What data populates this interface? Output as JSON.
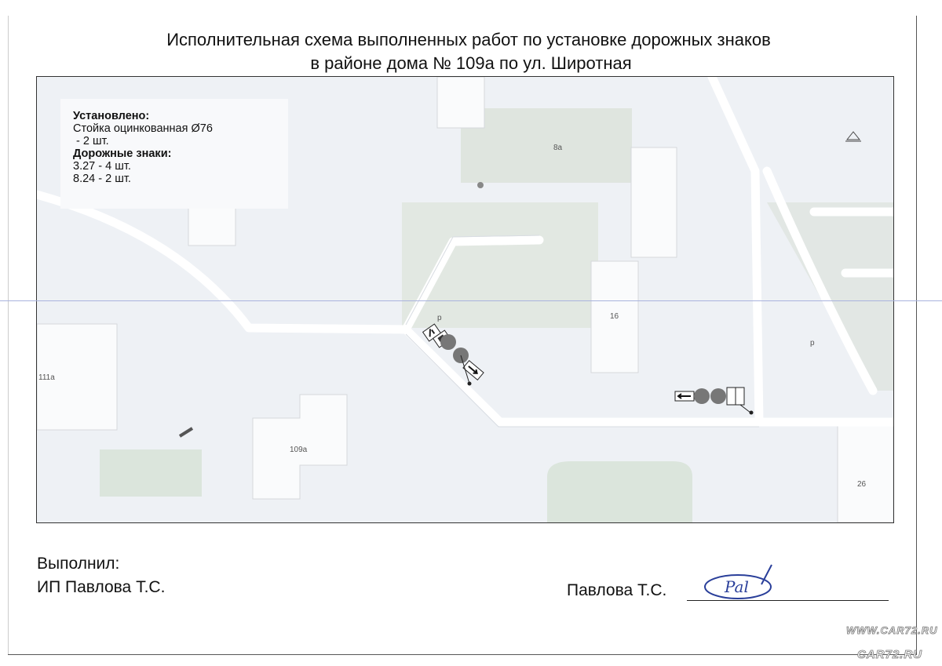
{
  "header": {
    "title_line1": "Исполнительная схема выполненных работ по установке дорожных знаков",
    "title_line2": "в районе дома № 109а по ул. Широтная"
  },
  "legend": {
    "installed_heading": "Установлено:",
    "post_item": "Стойка оцинкованная Ø76",
    "post_qty": " - 2 шт.",
    "signs_heading": "Дорожные знаки:",
    "sign_3_27": "3.27 - 4 шт.",
    "sign_8_24": "8.24 - 2 шт."
  },
  "map": {
    "buildings": {
      "b8a": "8а",
      "b16": "16",
      "b111a": "111а",
      "b109a": "109а",
      "b26": "26"
    },
    "parking_label": "р"
  },
  "footer": {
    "performed_by_label": "Выполнил:",
    "performer": "ИП Павлова Т.С.",
    "signature_name": "Павлова Т.С.",
    "signature_mark": "Pal"
  },
  "watermark": {
    "url": "WWW.CAR72.RU",
    "logo": "CAR72.RU"
  }
}
